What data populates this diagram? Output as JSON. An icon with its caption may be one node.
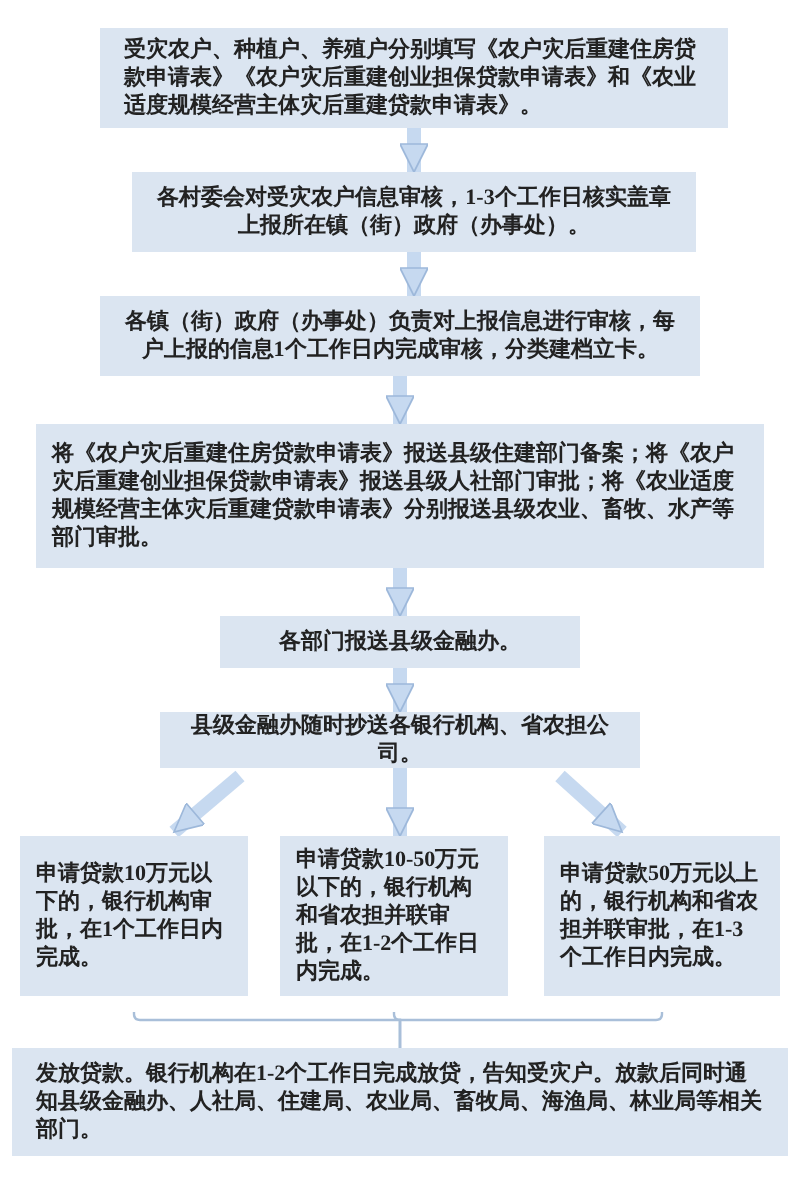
{
  "diagram": {
    "nodes": [
      {
        "text": [
          "受灾农户、种植户、养殖户分别填写《农户灾后重建住房贷款申请表》《农户灾后重建创业担保贷款申请表》和《农业适度规模经营主体灾后重建贷款申请表》。"
        ]
      },
      {
        "text": [
          "各村委会对受灾农户信息审核，1-3个工作日核实盖章上报所在镇（街）政府（办事处）。"
        ]
      },
      {
        "text": [
          "各镇（街）政府（办事处）负责对上报信息进行审核，每户上报的信息1个工作日内完成审核，分类建档立卡。"
        ]
      },
      {
        "text": [
          "将《农户灾后重建住房贷款申请表》报送县级住建部门备案；将《农户灾后重建创业担保贷款申请表》报送县级人社部门审批；将《农业适度规模经营主体灾后重建贷款申请表》分别报送县级农业、畜牧、水产等部门审批。"
        ]
      },
      {
        "text": [
          "各部门报送县级金融办。"
        ]
      },
      {
        "text": [
          "县级金融办随时抄送各银行机构、省农担公司。"
        ]
      },
      {
        "text": [
          "申请贷款10万元以下的，银行机构审批，在1个工作日内完成。"
        ]
      },
      {
        "text": [
          "申请贷款10-50万元以下的，银行机构和省农担并联审批，在1-2个工作日内完成。"
        ]
      },
      {
        "text": [
          "申请贷款50万元以上的，银行机构和省农担并联审批，在1-3个工作日内完成。"
        ]
      },
      {
        "text": [
          "发放贷款。银行机构在1-2个工作日完成放贷，告知受灾户。放款后同时通知县级金融办、人社局、住建局、农业局、畜牧局、海渔局、林业局等相关部门。"
        ]
      }
    ],
    "edges": [
      {
        "from": 0,
        "to": 1,
        "arrow": "to"
      },
      {
        "from": 1,
        "to": 2,
        "arrow": "to"
      },
      {
        "from": 2,
        "to": 3,
        "arrow": "to"
      },
      {
        "from": 3,
        "to": 4,
        "arrow": "to"
      },
      {
        "from": 4,
        "to": 5,
        "arrow": "to"
      },
      {
        "from": 5,
        "to": 6,
        "arrow": "to"
      },
      {
        "from": 5,
        "to": 7,
        "arrow": "to"
      },
      {
        "from": 5,
        "to": 8,
        "arrow": "to"
      },
      {
        "from": 6,
        "to": 9,
        "arrow": "none"
      },
      {
        "from": 7,
        "to": 9,
        "arrow": "none"
      },
      {
        "from": 8,
        "to": 9,
        "arrow": "none"
      }
    ]
  }
}
